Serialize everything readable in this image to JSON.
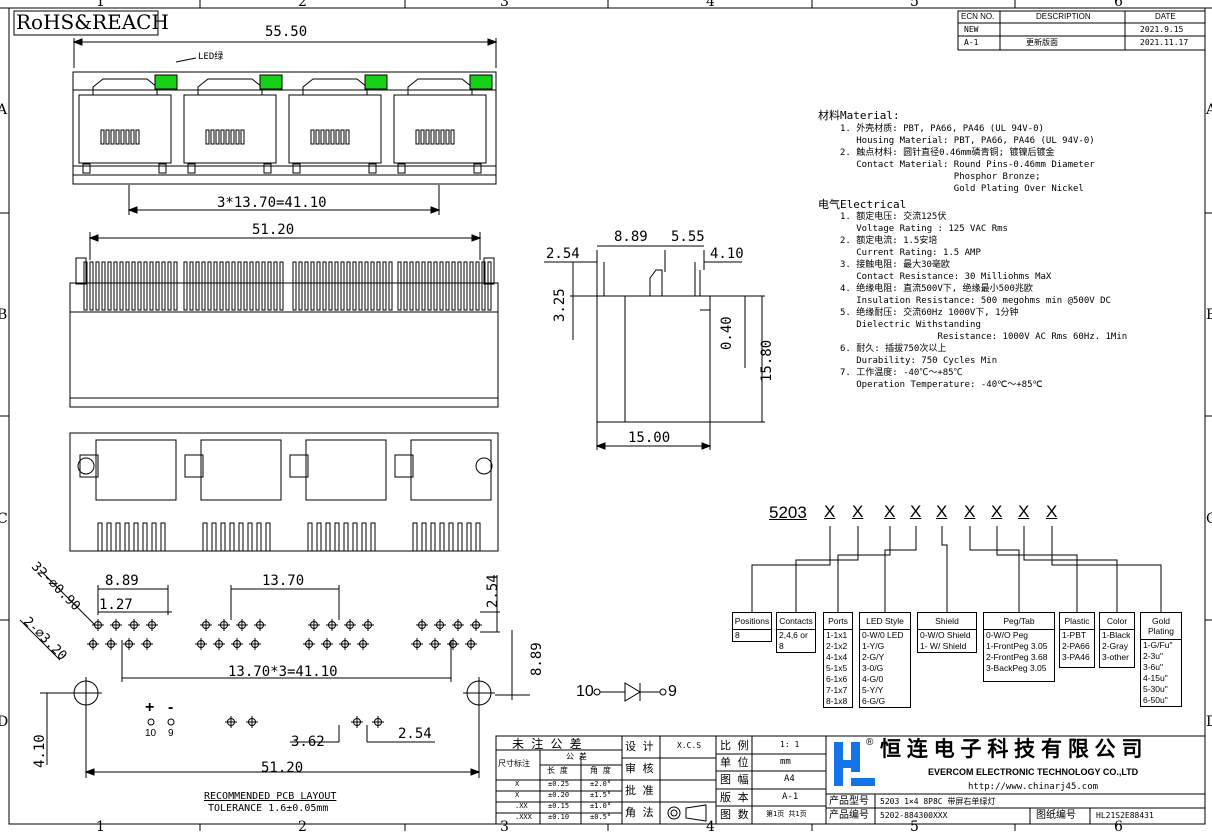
{
  "header": {
    "rohs": "RoHS&REACH",
    "zone_cols": [
      "1",
      "2",
      "3",
      "4",
      "5",
      "6"
    ],
    "zone_rows": [
      "A",
      "B",
      "C",
      "D"
    ]
  },
  "revision_table": {
    "headers": [
      "ECN NO.",
      "DESCRIPTION",
      "DATE"
    ],
    "rows": [
      [
        "NEW",
        "",
        "2021.9.15"
      ],
      [
        "A-1",
        "更新版面",
        "2021.11.17"
      ]
    ]
  },
  "dims": {
    "top_width": "55.50",
    "led_label": "LED绿",
    "top_pitch": "3*13.70=41.10",
    "front_width": "51.20",
    "side_254": "2.54",
    "side_889": "8.89",
    "side_555": "5.55",
    "side_410": "4.10",
    "side_325": "3.25",
    "side_040": "0.40",
    "side_1580": "15.80",
    "side_1500": "15.00",
    "pcb_889": "8.89",
    "pcb_127": "1.27",
    "pcb_1370": "13.70",
    "pcb_254v": "2.54",
    "pcb_32": "32-∅0.90",
    "pcb_2": "2-∅3.20",
    "pcb_pitch": "13.70*3=41.10",
    "pcb_889v": "8.89",
    "pcb_410": "4.10",
    "pcb_362": "3.62",
    "pcb_254": "2.54",
    "pcb_5120": "51.20",
    "pcb_plus": "+",
    "pcb_minus": "-",
    "pin_10": "10",
    "pin_9": "9",
    "led_10": "10",
    "led_9": "9",
    "layout_title": "RECOMMENDED PCB LAYOUT",
    "tolerance": "TOLERANCE 1.6±0.05mm"
  },
  "spec": {
    "material_title": "材料Material:",
    "material": [
      "1. 外壳材质: PBT, PA66, PA46 (UL 94V-0)",
      "   Housing Material: PBT, PA66, PA46 (UL 94V-0)",
      "2. 触点材料: 圆针直径0.46mm磷青铜; 镀镍后镀金",
      "   Contact Material: Round Pins-0.46mm Diameter",
      "                     Phosphor Bronze;",
      "                     Gold Plating Over Nickel"
    ],
    "electrical_title": "电气Electrical",
    "electrical": [
      "1. 额定电压: 交流125伏",
      "   Voltage Rating : 125 VAC Rms",
      "2. 额定电流: 1.5安培",
      "   Current Rating: 1.5 AMP",
      "3. 接触电阻: 最大30毫欧",
      "   Contact Resistance: 30 Milliohms MaX",
      "4. 绝缘电阻: 直流500V下, 绝缘最小500兆欧",
      "   Insulation Resistance: 500 megohms min @500V DC",
      "5. 绝缘耐压: 交流60Hz 1000V下, 1分钟",
      "   Dielectric Withstanding",
      "                  Resistance: 1000V AC Rms 60Hz. 1Min",
      "6. 耐久: 插拔750次以上",
      "   Durability: 750 Cycles Min",
      "7. 工作温度: -40℃～+85℃",
      "   Operation Temperature: -40℃～+85℃"
    ]
  },
  "part_code": {
    "prefix": "5203",
    "x": [
      "X",
      "X",
      "X",
      "X",
      "X",
      "X",
      "X",
      "X",
      "X"
    ],
    "boxes": [
      {
        "title": "Positions",
        "items": [
          "8"
        ]
      },
      {
        "title": "Contacts",
        "items": [
          "2,4,6 or 8"
        ]
      },
      {
        "title": "Ports",
        "items": [
          "1-1x1",
          "2-1x2",
          "4-1x4",
          "5-1x5",
          "6-1x6",
          "7-1x7",
          "8-1x8"
        ]
      },
      {
        "title": "LED Style",
        "items": [
          "0-W/0 LED",
          "1-Y/G",
          "2-G/Y",
          "3-0/G",
          "4-G/0",
          "5-Y/Y",
          "6-G/G"
        ]
      },
      {
        "title": "Shield",
        "items": [
          "0-W/O Shield",
          "1- W/ Shield"
        ]
      },
      {
        "title": "Peg/Tab",
        "items": [
          "0-W/O  Peg",
          "1-FrontPeg 3.05",
          "2-FrontPeg 3.68",
          "3-BackPeg 3.05"
        ]
      },
      {
        "title": "Plastic",
        "items": [
          "1-PBT",
          "2-PA66",
          "3-PA46"
        ]
      },
      {
        "title": "Color",
        "items": [
          "1-Black",
          "2-Gray",
          "3-other"
        ]
      },
      {
        "title": "Gold Plating",
        "items": [
          "1-G/Fu\"",
          "2-3u\"",
          "3-6u\"",
          "4-15u\"",
          "5-30u\"",
          "6-50u\""
        ]
      }
    ]
  },
  "title_block": {
    "tolerance_title": "未 注 公 差",
    "size_label": "尺寸标注",
    "gongcha": "公  差",
    "changdu": "长 度",
    "jiaodu": "角 度",
    "tol_rows": [
      [
        "X",
        "±0.25",
        "±2.0°"
      ],
      [
        "X",
        "±0.20",
        "±1.5°"
      ],
      [
        ".XX",
        "±0.15",
        "±1.0°"
      ],
      [
        ".XXX",
        "±0.10",
        "±0.5°"
      ]
    ],
    "design": "设 计",
    "designer": "X.C.S",
    "review": "审 核",
    "approve": "批 准",
    "angle": "角 法",
    "scale_label": "比 例",
    "scale": "1: 1",
    "unit_label": "单 位",
    "unit": "mm",
    "size_label2": "图 幅",
    "size": "A4",
    "version_label": "版 本",
    "version": "A-1",
    "sheet_label": "图 数",
    "sheet": "第1页 共1页",
    "company_cn": "恒 连 电 子 科 技 有 限 公 司",
    "company_en": "EVERCOM ELECTRONIC TECHNOLOGY CO.,LTD",
    "url": "http://www.chinarj45.com",
    "model_label": "产品型号",
    "model": "5203 1×4 8P8C 带屏右单绿灯",
    "pn_label": "产品编号",
    "pn": "5202-884300XXX",
    "dwg_label": "图纸编号",
    "dwg": "HL21S2E88431",
    "reg": "®"
  },
  "colors": {
    "led": "#19d019",
    "line": "#000000",
    "logo": "#1473e6"
  }
}
